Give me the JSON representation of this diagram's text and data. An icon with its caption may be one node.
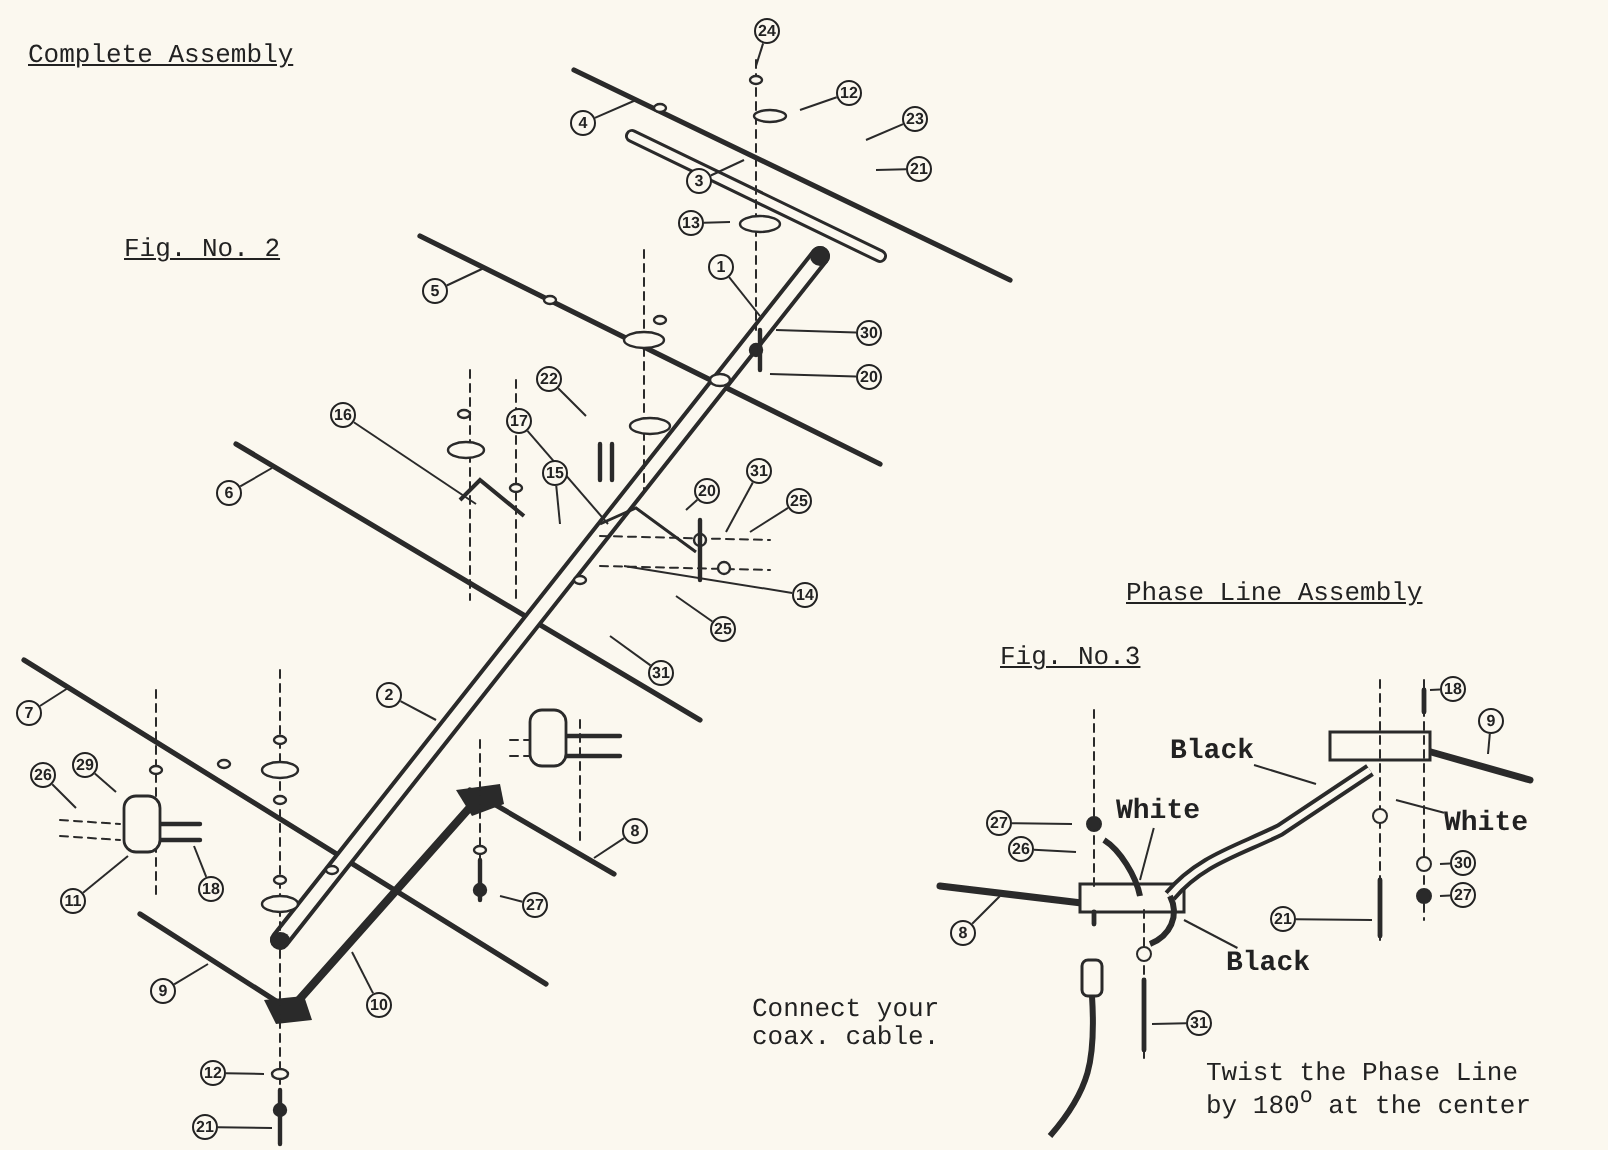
{
  "diagram": {
    "title": "Complete Assembly",
    "nodes": [
      {
        "text": [
          "24"
        ]
      },
      {
        "text": [
          "12"
        ]
      },
      {
        "text": [
          "4"
        ]
      },
      {
        "text": [
          "23"
        ]
      },
      {
        "text": [
          "21"
        ]
      },
      {
        "text": [
          "3"
        ]
      },
      {
        "text": [
          "13"
        ]
      },
      {
        "text": [
          "1"
        ]
      },
      {
        "text": [
          "5"
        ]
      },
      {
        "text": [
          "30"
        ]
      },
      {
        "text": [
          "20"
        ]
      },
      {
        "text": [
          "16"
        ]
      },
      {
        "text": [
          "22"
        ]
      },
      {
        "text": [
          "17"
        ]
      },
      {
        "text": [
          "15"
        ]
      },
      {
        "text": [
          "20"
        ]
      },
      {
        "text": [
          "31"
        ]
      },
      {
        "text": [
          "25"
        ]
      },
      {
        "text": [
          "6"
        ]
      },
      {
        "text": [
          "14"
        ]
      },
      {
        "text": [
          "25"
        ]
      },
      {
        "text": [
          "31"
        ]
      },
      {
        "text": [
          "2"
        ]
      },
      {
        "text": [
          "7"
        ]
      },
      {
        "text": [
          "29"
        ]
      },
      {
        "text": [
          "26"
        ]
      },
      {
        "text": [
          "11"
        ]
      },
      {
        "text": [
          "18"
        ]
      },
      {
        "text": [
          "8"
        ]
      },
      {
        "text": [
          "27"
        ]
      },
      {
        "text": [
          "9"
        ]
      },
      {
        "text": [
          "10"
        ]
      },
      {
        "text": [
          "12"
        ]
      },
      {
        "text": [
          "21"
        ]
      },
      {
        "text": [
          "18"
        ]
      },
      {
        "text": [
          "9"
        ]
      },
      {
        "text": [
          "27"
        ]
      },
      {
        "text": [
          "26"
        ]
      },
      {
        "text": [
          "30"
        ]
      },
      {
        "text": [
          "27"
        ]
      },
      {
        "text": [
          "21"
        ]
      },
      {
        "text": [
          "8"
        ]
      },
      {
        "text": [
          "31"
        ]
      },
      {
        "text": [
          "Black"
        ]
      },
      {
        "text": [
          "White"
        ]
      },
      {
        "text": [
          "White"
        ]
      },
      {
        "text": [
          "Black"
        ]
      }
    ],
    "edges": [
      {
        "from": 0,
        "to": null,
        "arrow": "none"
      },
      {
        "from": 1,
        "to": null,
        "arrow": "none"
      },
      {
        "from": 2,
        "to": null,
        "arrow": "none"
      },
      {
        "from": 3,
        "to": null,
        "arrow": "none"
      },
      {
        "from": 4,
        "to": null,
        "arrow": "none"
      },
      {
        "from": 5,
        "to": null,
        "arrow": "none"
      },
      {
        "from": 6,
        "to": null,
        "arrow": "none"
      },
      {
        "from": 7,
        "to": null,
        "arrow": "none"
      },
      {
        "from": 8,
        "to": null,
        "arrow": "none"
      },
      {
        "from": 9,
        "to": null,
        "arrow": "none"
      },
      {
        "from": 10,
        "to": null,
        "arrow": "none"
      },
      {
        "from": 11,
        "to": null,
        "arrow": "none"
      },
      {
        "from": 12,
        "to": null,
        "arrow": "none"
      },
      {
        "from": 13,
        "to": null,
        "arrow": "none"
      },
      {
        "from": 14,
        "to": null,
        "arrow": "none"
      },
      {
        "from": 15,
        "to": null,
        "arrow": "none"
      },
      {
        "from": 16,
        "to": null,
        "arrow": "none"
      },
      {
        "from": 17,
        "to": null,
        "arrow": "none"
      },
      {
        "from": 18,
        "to": null,
        "arrow": "none"
      },
      {
        "from": 19,
        "to": null,
        "arrow": "none"
      },
      {
        "from": 20,
        "to": null,
        "arrow": "none"
      },
      {
        "from": 21,
        "to": null,
        "arrow": "none"
      },
      {
        "from": 22,
        "to": null,
        "arrow": "none"
      },
      {
        "from": 23,
        "to": null,
        "arrow": "none"
      },
      {
        "from": 24,
        "to": null,
        "arrow": "none"
      },
      {
        "from": 25,
        "to": null,
        "arrow": "none"
      },
      {
        "from": 26,
        "to": null,
        "arrow": "none"
      },
      {
        "from": 27,
        "to": null,
        "arrow": "none"
      },
      {
        "from": 28,
        "to": null,
        "arrow": "none"
      },
      {
        "from": 29,
        "to": null,
        "arrow": "none"
      },
      {
        "from": 30,
        "to": null,
        "arrow": "none"
      },
      {
        "from": 31,
        "to": null,
        "arrow": "none"
      },
      {
        "from": 32,
        "to": null,
        "arrow": "none"
      },
      {
        "from": 33,
        "to": null,
        "arrow": "none"
      },
      {
        "from": 34,
        "to": null,
        "arrow": "none"
      },
      {
        "from": 35,
        "to": null,
        "arrow": "none"
      },
      {
        "from": 36,
        "to": null,
        "arrow": "none"
      },
      {
        "from": 37,
        "to": null,
        "arrow": "none"
      },
      {
        "from": 38,
        "to": null,
        "arrow": "none"
      },
      {
        "from": 39,
        "to": null,
        "arrow": "none"
      },
      {
        "from": 40,
        "to": null,
        "arrow": "none"
      },
      {
        "from": 41,
        "to": null,
        "arrow": "none"
      },
      {
        "from": 42,
        "to": null,
        "arrow": "none"
      },
      {
        "from": 43,
        "to": null,
        "arrow": "none"
      },
      {
        "from": 44,
        "to": null,
        "arrow": "none"
      },
      {
        "from": 45,
        "to": null,
        "arrow": "none"
      },
      {
        "from": 46,
        "to": null,
        "arrow": "none"
      }
    ],
    "labels": [
      "Fig. No. 2",
      "Phase Line Assembly",
      "Fig. No.3",
      "Connect your coax. cable.",
      "Twist the Phase Line by 180$^{o}$ at the center"
    ]
  }
}
